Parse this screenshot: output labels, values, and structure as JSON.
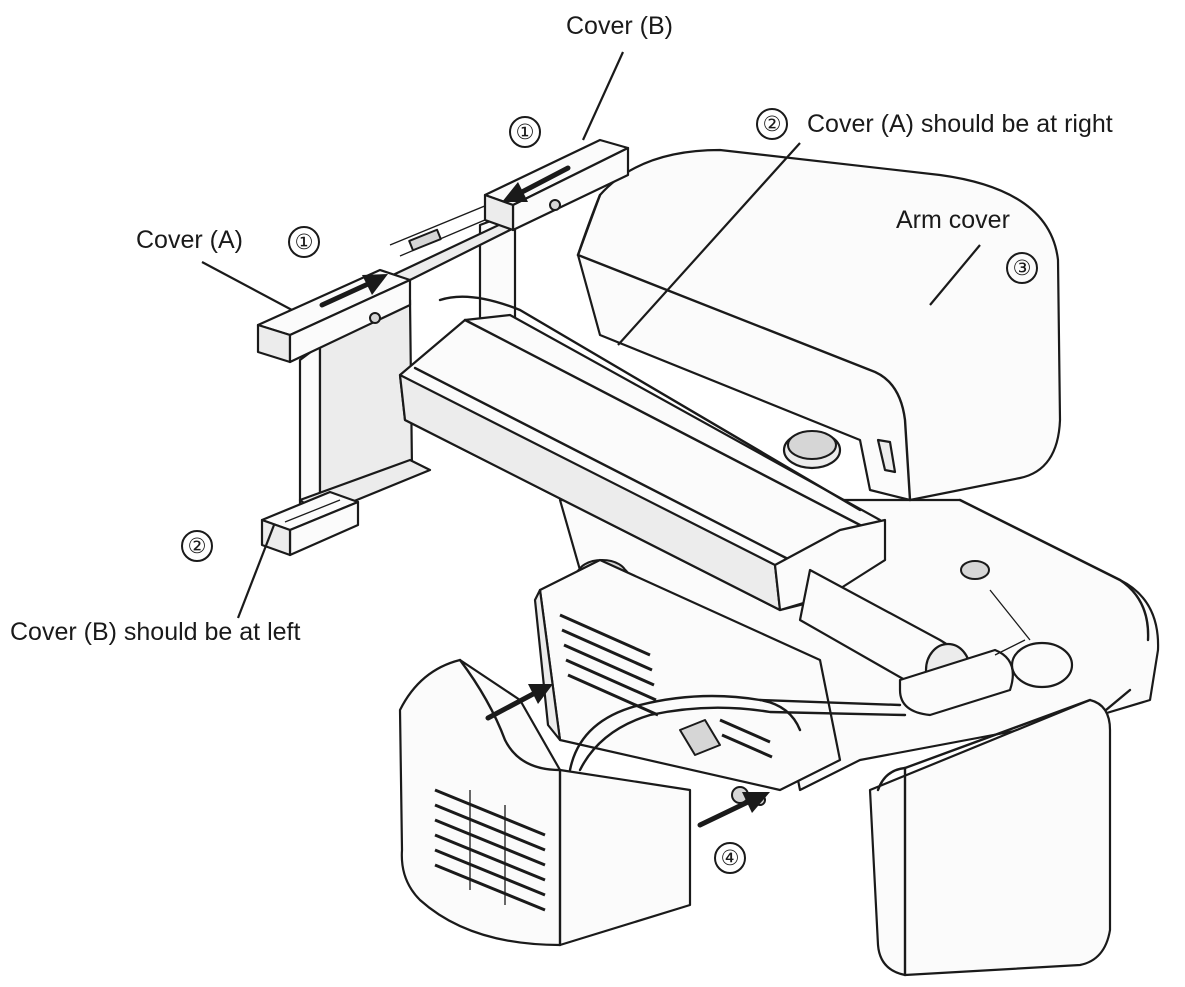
{
  "labels": {
    "cover_b_top": "Cover (B)",
    "cover_a_right": "Cover (A) should be at right",
    "cover_a_left": "Cover (A)",
    "arm_cover": "Arm cover",
    "cover_b_left": "Cover (B) should be at left"
  },
  "step_numbers": {
    "step1_top": "①",
    "step1_left": "①",
    "step2_right": "②",
    "step2_left": "②",
    "step3": "③",
    "step4": "④"
  }
}
